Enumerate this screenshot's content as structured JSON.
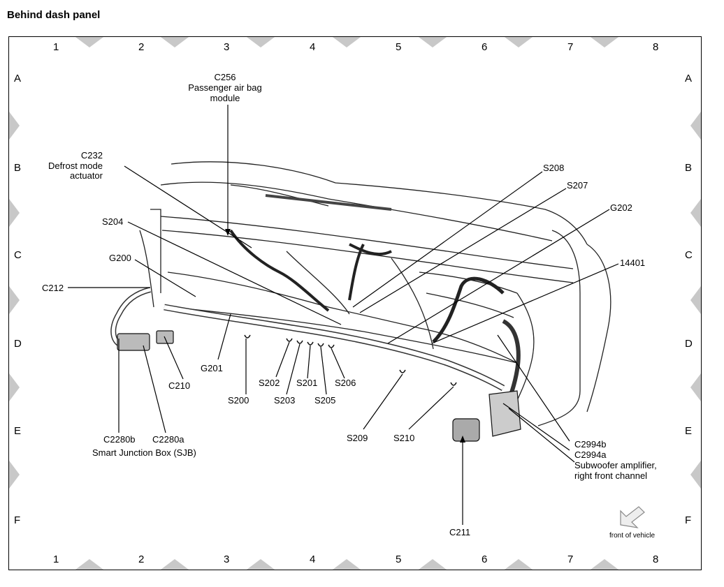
{
  "title": "Behind dash panel",
  "grid": {
    "columns": [
      "1",
      "2",
      "3",
      "4",
      "5",
      "6",
      "7",
      "8"
    ],
    "rows": [
      "A",
      "B",
      "C",
      "D",
      "E",
      "F"
    ]
  },
  "labels": {
    "c256": "C256",
    "c256_desc_1": "Passenger air bag",
    "c256_desc_2": "module",
    "c232": "C232",
    "c232_desc_1": "Defrost mode",
    "c232_desc_2": "actuator",
    "s204": "S204",
    "g200": "G200",
    "c212": "C212",
    "g201": "G201",
    "c210": "C210",
    "s200": "S200",
    "s202": "S202",
    "s203": "S203",
    "s201": "S201",
    "s205": "S205",
    "s206": "S206",
    "c2280b": "C2280b",
    "c2280a": "C2280a",
    "sjb": "Smart Junction Box (SJB)",
    "s208": "S208",
    "s207": "S207",
    "g202": "G202",
    "p14401": "14401",
    "s209": "S209",
    "s210": "S210",
    "c2994b": "C2994b",
    "c2994a": "C2994a",
    "sub_1": "Subwoofer amplifier,",
    "sub_2": "right front channel",
    "c211": "C211",
    "front": "front of vehicle"
  }
}
